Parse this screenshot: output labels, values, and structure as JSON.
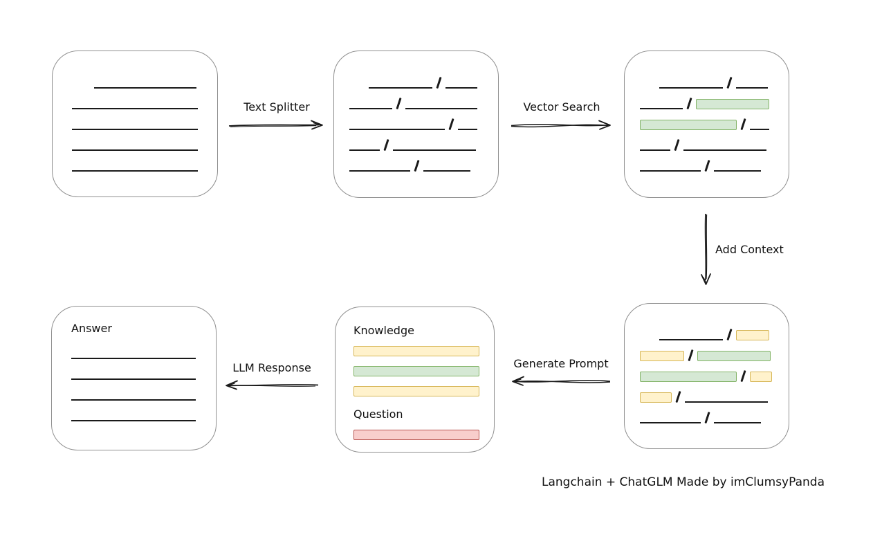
{
  "diagram": {
    "caption": "Langchain + ChatGLM Made by imClumsyPanda",
    "colors": {
      "green_fill": "#d5e8d4",
      "green_stroke": "#82b366",
      "yellow_fill": "#fff2cc",
      "yellow_stroke": "#d6b656",
      "red_fill": "#f8cecc",
      "red_stroke": "#b85450",
      "box_stroke": "#8f8f8f",
      "line": "#1a1a1a"
    },
    "arrows": {
      "text_splitter": {
        "label": "Text Splitter",
        "direction": "right"
      },
      "vector_search": {
        "label": "Vector Search",
        "direction": "right"
      },
      "add_context": {
        "label": "Add Context",
        "direction": "down"
      },
      "generate_prompt": {
        "label": "Generate Prompt",
        "direction": "left"
      },
      "llm_response": {
        "label": "LLM Response",
        "direction": "left"
      }
    },
    "boxes": {
      "document": {
        "rows": [
          [
            {
              "t": "gap",
              "w": 32
            },
            {
              "t": "line",
              "w": 148
            }
          ],
          [
            {
              "t": "line",
              "w": 182
            }
          ],
          [
            {
              "t": "line",
              "w": 182
            }
          ],
          [
            {
              "t": "line",
              "w": 182
            }
          ],
          [
            {
              "t": "line",
              "w": 182
            }
          ]
        ]
      },
      "chunks": {
        "rows": [
          [
            {
              "t": "gap",
              "w": 28
            },
            {
              "t": "line",
              "w": 92
            },
            {
              "t": "slash"
            },
            {
              "t": "line",
              "w": 46
            }
          ],
          [
            {
              "t": "line",
              "w": 62
            },
            {
              "t": "slash"
            },
            {
              "t": "line",
              "w": 104
            }
          ],
          [
            {
              "t": "line",
              "w": 138
            },
            {
              "t": "slash"
            },
            {
              "t": "line",
              "w": 28
            }
          ],
          [
            {
              "t": "line",
              "w": 44
            },
            {
              "t": "slash"
            },
            {
              "t": "line",
              "w": 120
            }
          ],
          [
            {
              "t": "line",
              "w": 88
            },
            {
              "t": "slash"
            },
            {
              "t": "line",
              "w": 68
            }
          ]
        ]
      },
      "retrieved": {
        "rows": [
          [
            {
              "t": "gap",
              "w": 28
            },
            {
              "t": "line",
              "w": 92
            },
            {
              "t": "slash"
            },
            {
              "t": "line",
              "w": 46
            }
          ],
          [
            {
              "t": "line",
              "w": 62
            },
            {
              "t": "slash"
            },
            {
              "t": "green",
              "w": 104
            }
          ],
          [
            {
              "t": "green",
              "w": 138
            },
            {
              "t": "slash"
            },
            {
              "t": "line",
              "w": 28
            }
          ],
          [
            {
              "t": "line",
              "w": 44
            },
            {
              "t": "slash"
            },
            {
              "t": "line",
              "w": 120
            }
          ],
          [
            {
              "t": "line",
              "w": 88
            },
            {
              "t": "slash"
            },
            {
              "t": "line",
              "w": 68
            }
          ]
        ]
      },
      "context": {
        "rows": [
          [
            {
              "t": "gap",
              "w": 28
            },
            {
              "t": "line",
              "w": 92
            },
            {
              "t": "slash"
            },
            {
              "t": "yellow",
              "w": 46
            }
          ],
          [
            {
              "t": "yellow",
              "w": 62
            },
            {
              "t": "slash"
            },
            {
              "t": "green",
              "w": 104
            }
          ],
          [
            {
              "t": "green",
              "w": 138
            },
            {
              "t": "slash"
            },
            {
              "t": "yellow",
              "w": 30
            }
          ],
          [
            {
              "t": "yellow",
              "w": 44
            },
            {
              "t": "slash"
            },
            {
              "t": "line",
              "w": 120
            }
          ],
          [
            {
              "t": "line",
              "w": 88
            },
            {
              "t": "slash"
            },
            {
              "t": "line",
              "w": 68
            }
          ]
        ]
      },
      "prompt": {
        "knowledge_label": "Knowledge",
        "question_label": "Question",
        "knowledge_rows": [
          [
            {
              "t": "yellow",
              "w": 180
            }
          ],
          [
            {
              "t": "green",
              "w": 180
            }
          ],
          [
            {
              "t": "yellow",
              "w": 180
            }
          ]
        ],
        "question_rows": [
          [
            {
              "t": "red",
              "w": 180
            }
          ]
        ]
      },
      "answer": {
        "label": "Answer",
        "rows": [
          [
            {
              "t": "line",
              "w": 180
            }
          ],
          [
            {
              "t": "line",
              "w": 180
            }
          ],
          [
            {
              "t": "line",
              "w": 180
            }
          ],
          [
            {
              "t": "line",
              "w": 180
            }
          ]
        ]
      }
    }
  }
}
